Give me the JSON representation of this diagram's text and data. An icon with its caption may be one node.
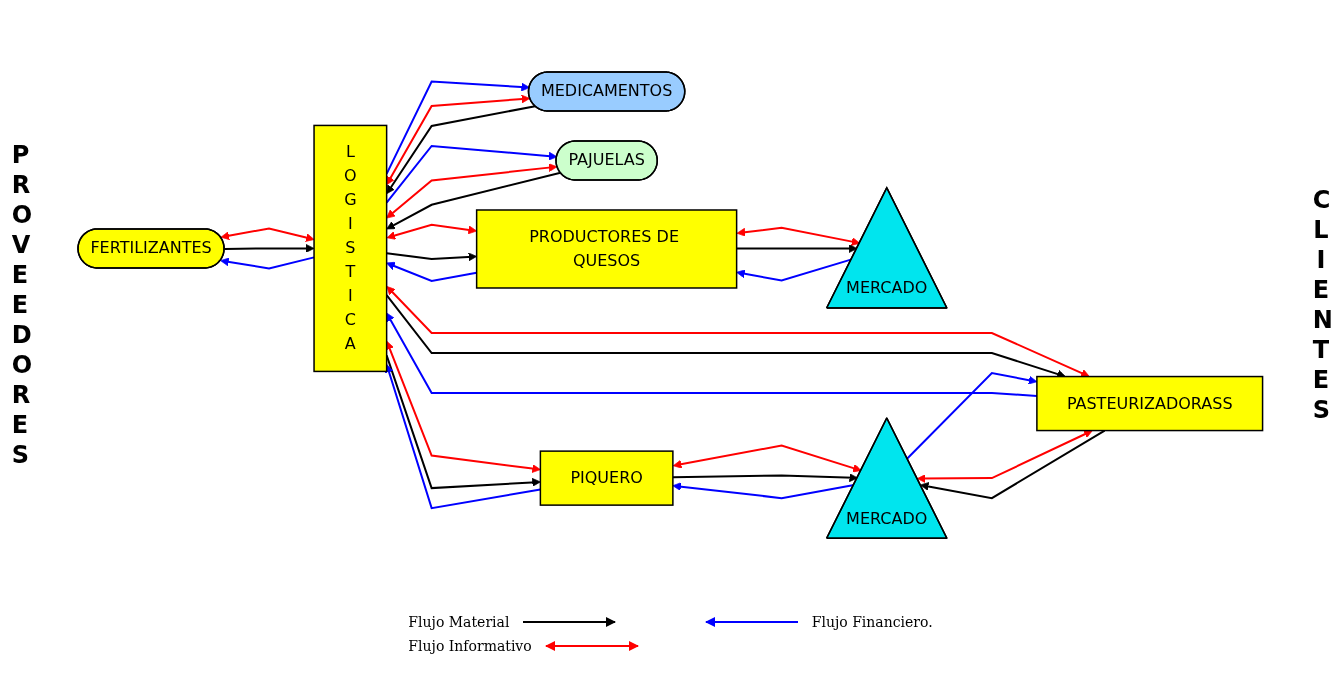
{
  "diagram": {
    "nodes": [
      {
        "text": [
          "FERTILIZANTES"
        ]
      },
      {
        "text": [
          "MEDICAMENTOS"
        ]
      },
      {
        "text": [
          "PAJUELAS"
        ]
      },
      {
        "text": [
          "L O G I S T I C A"
        ]
      },
      {
        "text": [
          "PRODUCTORES DE QUESOS"
        ]
      },
      {
        "text": [
          "PIQUERO"
        ]
      },
      {
        "text": [
          "PASTEURIZADORASS"
        ]
      },
      {
        "text": [
          "MERCADO"
        ]
      },
      {
        "text": [
          "MERCADO"
        ]
      }
    ],
    "edges": [
      {
        "from": 0,
        "to": 3,
        "arrow": "both",
        "color": "#ff0000"
      },
      {
        "from": 0,
        "to": 3,
        "arrow": "to",
        "color": "#000000"
      },
      {
        "from": 3,
        "to": 0,
        "arrow": "to",
        "color": "#0000ff"
      },
      {
        "from": 1,
        "to": 3,
        "arrow": "both",
        "color": "#ff0000"
      },
      {
        "from": 1,
        "to": 3,
        "arrow": "to",
        "color": "#000000"
      },
      {
        "from": 3,
        "to": 1,
        "arrow": "to",
        "color": "#0000ff"
      },
      {
        "from": 3,
        "to": 2,
        "arrow": "to",
        "color": "#0000ff"
      },
      {
        "from": 2,
        "to": 3,
        "arrow": "both",
        "color": "#ff0000"
      },
      {
        "from": 2,
        "to": 3,
        "arrow": "to",
        "color": "#000000"
      },
      {
        "from": 3,
        "to": 4,
        "arrow": "both",
        "color": "#ff0000"
      },
      {
        "from": 3,
        "to": 4,
        "arrow": "to",
        "color": "#000000"
      },
      {
        "from": 4,
        "to": 3,
        "arrow": "to",
        "color": "#0000ff"
      },
      {
        "from": 7,
        "to": 4,
        "arrow": "to",
        "color": "#0000ff"
      },
      {
        "from": 4,
        "to": 7,
        "arrow": "both",
        "color": "#ff0000"
      },
      {
        "from": 4,
        "to": 7,
        "arrow": "to",
        "color": "#000000"
      },
      {
        "from": 3,
        "to": 5,
        "arrow": "both",
        "color": "#ff0000"
      },
      {
        "from": 3,
        "to": 5,
        "arrow": "to",
        "color": "#000000"
      },
      {
        "from": 5,
        "to": 3,
        "arrow": "to",
        "color": "#0000ff"
      },
      {
        "from": 5,
        "to": 8,
        "arrow": "both",
        "color": "#ff0000"
      },
      {
        "from": 5,
        "to": 8,
        "arrow": "to",
        "color": "#000000"
      },
      {
        "from": 8,
        "to": 5,
        "arrow": "to",
        "color": "#0000ff"
      },
      {
        "from": 3,
        "to": 6,
        "arrow": "both",
        "color": "#ff0000"
      },
      {
        "from": 3,
        "to": 6,
        "arrow": "to",
        "color": "#000000"
      },
      {
        "from": 6,
        "to": 3,
        "arrow": "to",
        "color": "#0000ff"
      },
      {
        "from": 8,
        "to": 6,
        "arrow": "to",
        "color": "#0000ff"
      },
      {
        "from": 6,
        "to": 8,
        "arrow": "both",
        "color": "#ff0000"
      },
      {
        "from": 6,
        "to": 8,
        "arrow": "to",
        "color": "#000000"
      }
    ],
    "labels": [
      "P R O V E E D O R E S",
      "C L I E N T E S"
    ],
    "legend": [
      {
        "text": "Flujo Material"
      },
      {
        "text": "Flujo Informativo"
      },
      {
        "text": "Flujo Financiero."
      }
    ]
  }
}
